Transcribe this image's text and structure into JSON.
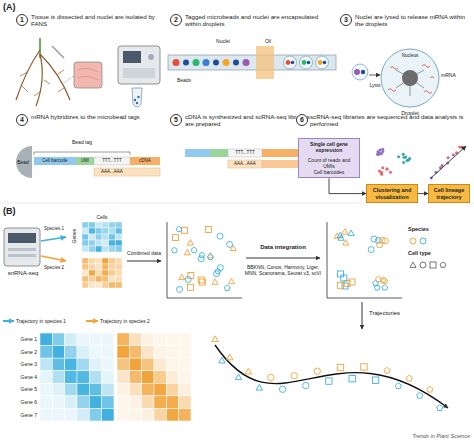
{
  "diagram": {
    "nodes": [
      {
        "text": [
          "1"
        ]
      },
      {
        "text": [
          "2"
        ]
      },
      {
        "text": [
          "3"
        ]
      },
      {
        "text": [
          "4"
        ]
      },
      {
        "text": [
          "5"
        ]
      },
      {
        "text": [
          "6"
        ]
      },
      {
        "text": [
          "Single cell gene expression",
          "Count of reads and UMIs",
          "Cell barcodes"
        ]
      },
      {
        "text": [
          "Clustering and visualization"
        ]
      },
      {
        "text": [
          "Cell lineage trajectory"
        ]
      }
    ],
    "edges": [
      {
        "from": 6,
        "to": 7,
        "arrow": "to"
      },
      {
        "from": 7,
        "to": 8,
        "arrow": "to"
      }
    ],
    "labels": [
      "(A)",
      "Tissue is dissected and nuclei are isolated by FANS",
      "Tagged microbeads and nuclei are encapsulated within droplets",
      "Nuclei are lysed to release mRNA within the droplets",
      "Nuclei",
      "Oil",
      "Beads",
      "Nucleus",
      "Lysis",
      "mRNA",
      "Droplet",
      "mRNA hybridizes to the microbead tags",
      "Bead",
      "Bead tag",
      "Cell barcode",
      "UMI",
      "TTT...TTT",
      "AAA...AAA",
      "cDNA",
      "cDNA is synthesized and scRNA-seq libraries are prepared",
      "TTT...TTT",
      "AAA...AAA",
      "scRNA-seq libraries are sequenced and data analysis is performed",
      "(B)",
      "snRNA-seq",
      "Species 1",
      "Species 2",
      "Cells",
      "Genes",
      "Combined data",
      "Data integration",
      "BBKNN, Conos, Harmony, Liger, MNN, Scanorama, Seurat v3, scVI",
      "Species",
      "Cell type",
      "Trajectories",
      "Trajectory in species 1",
      "Trajectory in species 2",
      "Gene 1",
      "Gene 2",
      "Gene 3",
      "Gene 4",
      "Gene 5",
      "Gene 6",
      "Gene 7",
      "Trends in Plant Science"
    ]
  }
}
